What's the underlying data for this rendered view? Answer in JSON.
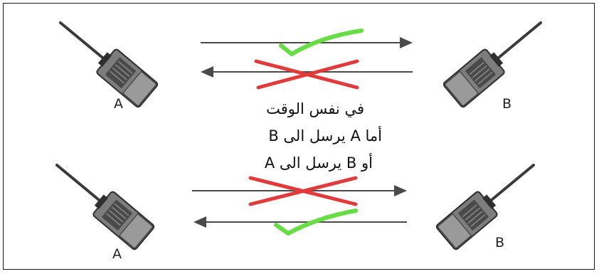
{
  "devices": {
    "top_left_label": "A",
    "top_right_label": "B",
    "bottom_left_label": "A",
    "bottom_right_label": "B"
  },
  "caption": {
    "line1": "في نفس الوقت",
    "line2": "أما A يرسل الى B",
    "line3": "أو B يرسل الى A"
  },
  "colors": {
    "arrow": "#4a4a4a",
    "check": "#66dd44",
    "cross": "#e03a3a",
    "radio_body": "#7a7a7a",
    "radio_dark": "#3a3a3a"
  }
}
